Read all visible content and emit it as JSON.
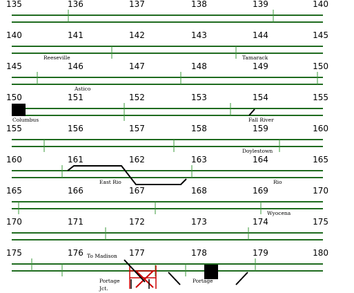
{
  "title": "Track diagram — miles 135 to 180",
  "colors": {
    "rail": "#1f6b1f",
    "tick": "#3a9a3a",
    "block": "#000000",
    "crossing": "#cc0000",
    "text": "#000000"
  },
  "rows": [
    {
      "start": 135,
      "labels": [
        "135",
        "136",
        "137",
        "138",
        "139",
        "140"
      ],
      "stations": []
    },
    {
      "start": 140,
      "labels": [
        "140",
        "141",
        "142",
        "143",
        "144",
        "145"
      ],
      "stations": [
        {
          "name": "Reeseville"
        },
        {
          "name": "Tamarack"
        }
      ]
    },
    {
      "start": 145,
      "labels": [
        "145",
        "146",
        "147",
        "148",
        "149",
        "150"
      ],
      "stations": [
        {
          "name": "Astico"
        }
      ]
    },
    {
      "start": 150,
      "labels": [
        "150",
        "151",
        "152",
        "153",
        "154",
        "155"
      ],
      "stations": [
        {
          "name": "Columbus"
        },
        {
          "name": "Fall River"
        }
      ]
    },
    {
      "start": 155,
      "labels": [
        "155",
        "156",
        "157",
        "158",
        "159",
        "160"
      ],
      "stations": [
        {
          "name": "Doylestown"
        }
      ]
    },
    {
      "start": 160,
      "labels": [
        "160",
        "161",
        "162",
        "163",
        "164",
        "165"
      ],
      "stations": [
        {
          "name": "East Rio"
        },
        {
          "name": "Rio"
        }
      ]
    },
    {
      "start": 165,
      "labels": [
        "165",
        "166",
        "167",
        "168",
        "169",
        "170"
      ],
      "stations": [
        {
          "name": "Wyocena"
        }
      ]
    },
    {
      "start": 170,
      "labels": [
        "170",
        "171",
        "172",
        "173",
        "174",
        "175"
      ],
      "stations": []
    },
    {
      "start": 175,
      "labels": [
        "175",
        "176",
        "177",
        "178",
        "179",
        "180"
      ],
      "stations": [
        {
          "name": "To Madison"
        },
        {
          "name": "Portage"
        },
        {
          "name": "Jct."
        },
        {
          "name": "Portage"
        }
      ]
    }
  ]
}
